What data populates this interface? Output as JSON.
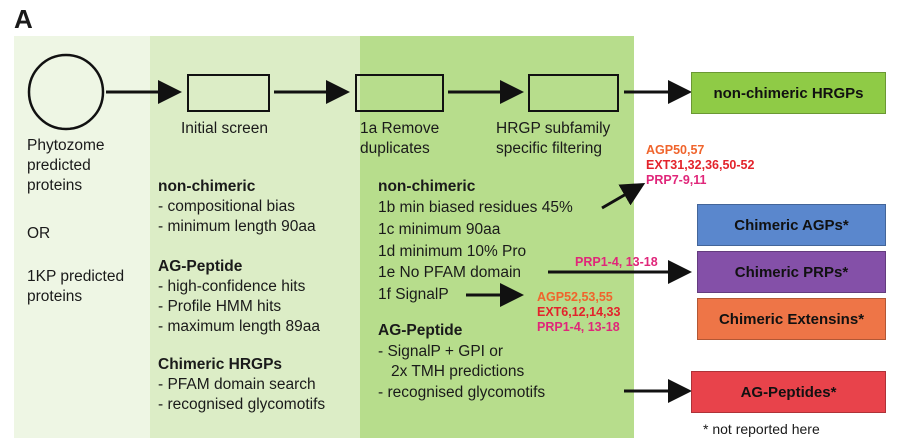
{
  "panel_label": "A",
  "start": {
    "line1": "Phytozome",
    "line2": "predicted",
    "line3": "proteins",
    "or": "OR",
    "alt1": "1KP predicted",
    "alt2": "proteins"
  },
  "steps": {
    "initial": "Initial screen",
    "remove1": "1a Remove",
    "remove2": "duplicates",
    "filter1": "HRGP subfamily",
    "filter2": "specific filtering"
  },
  "col2": {
    "nc_head": "non-chimeric",
    "nc_items": [
      "- compositional bias",
      "- minimum length 90aa"
    ],
    "ag_head": "AG-Peptide",
    "ag_items": [
      "- high-confidence hits",
      "- Profile HMM hits",
      "- maximum length 89aa"
    ],
    "ch_head": "Chimeric HRGPs",
    "ch_items": [
      "- PFAM domain search",
      "- recognised glycomotifs"
    ]
  },
  "col3": {
    "nc_head": "non-chimeric",
    "nc_items": [
      "1b min biased residues 45%",
      "1c minimum 90aa",
      "1d minimum 10% Pro",
      "1e No PFAM domain",
      "1f SignalP"
    ],
    "ag_head": "AG-Peptide",
    "ag_items": [
      "- SignalP + GPI or",
      "2x TMH predictions",
      "- recognised glycomotifs"
    ]
  },
  "tags": {
    "top_agp": "AGP50,57",
    "top_ext": "EXT31,32,36,50-52",
    "top_prp": "PRP7-9,11",
    "mid_prp": "PRP1-4, 13-18",
    "sig_agp": "AGP52,53,55",
    "sig_ext": "EXT6,12,14,33",
    "sig_prp": "PRP1-4, 13-18"
  },
  "outputs": {
    "nonchimeric": "non-chimeric HRGPs",
    "agps": "Chimeric AGPs*",
    "prps": "Chimeric PRPs*",
    "extensins": "Chimeric Extensins*",
    "agpeptides": "AG-Peptides*"
  },
  "footnote": "* not reported here",
  "colors": {
    "panel1": "#eef6e4",
    "panel2": "#dcedc6",
    "panel3": "#b7dd8c",
    "green_out": "#8fcb46",
    "blue_out": "#5a87cd",
    "purple_out": "#8450a8",
    "orange_out": "#ee7547",
    "red_out": "#e8434b",
    "tag_orange": "#f0642c",
    "tag_red": "#e3232b",
    "tag_pink": "#e0267a"
  }
}
